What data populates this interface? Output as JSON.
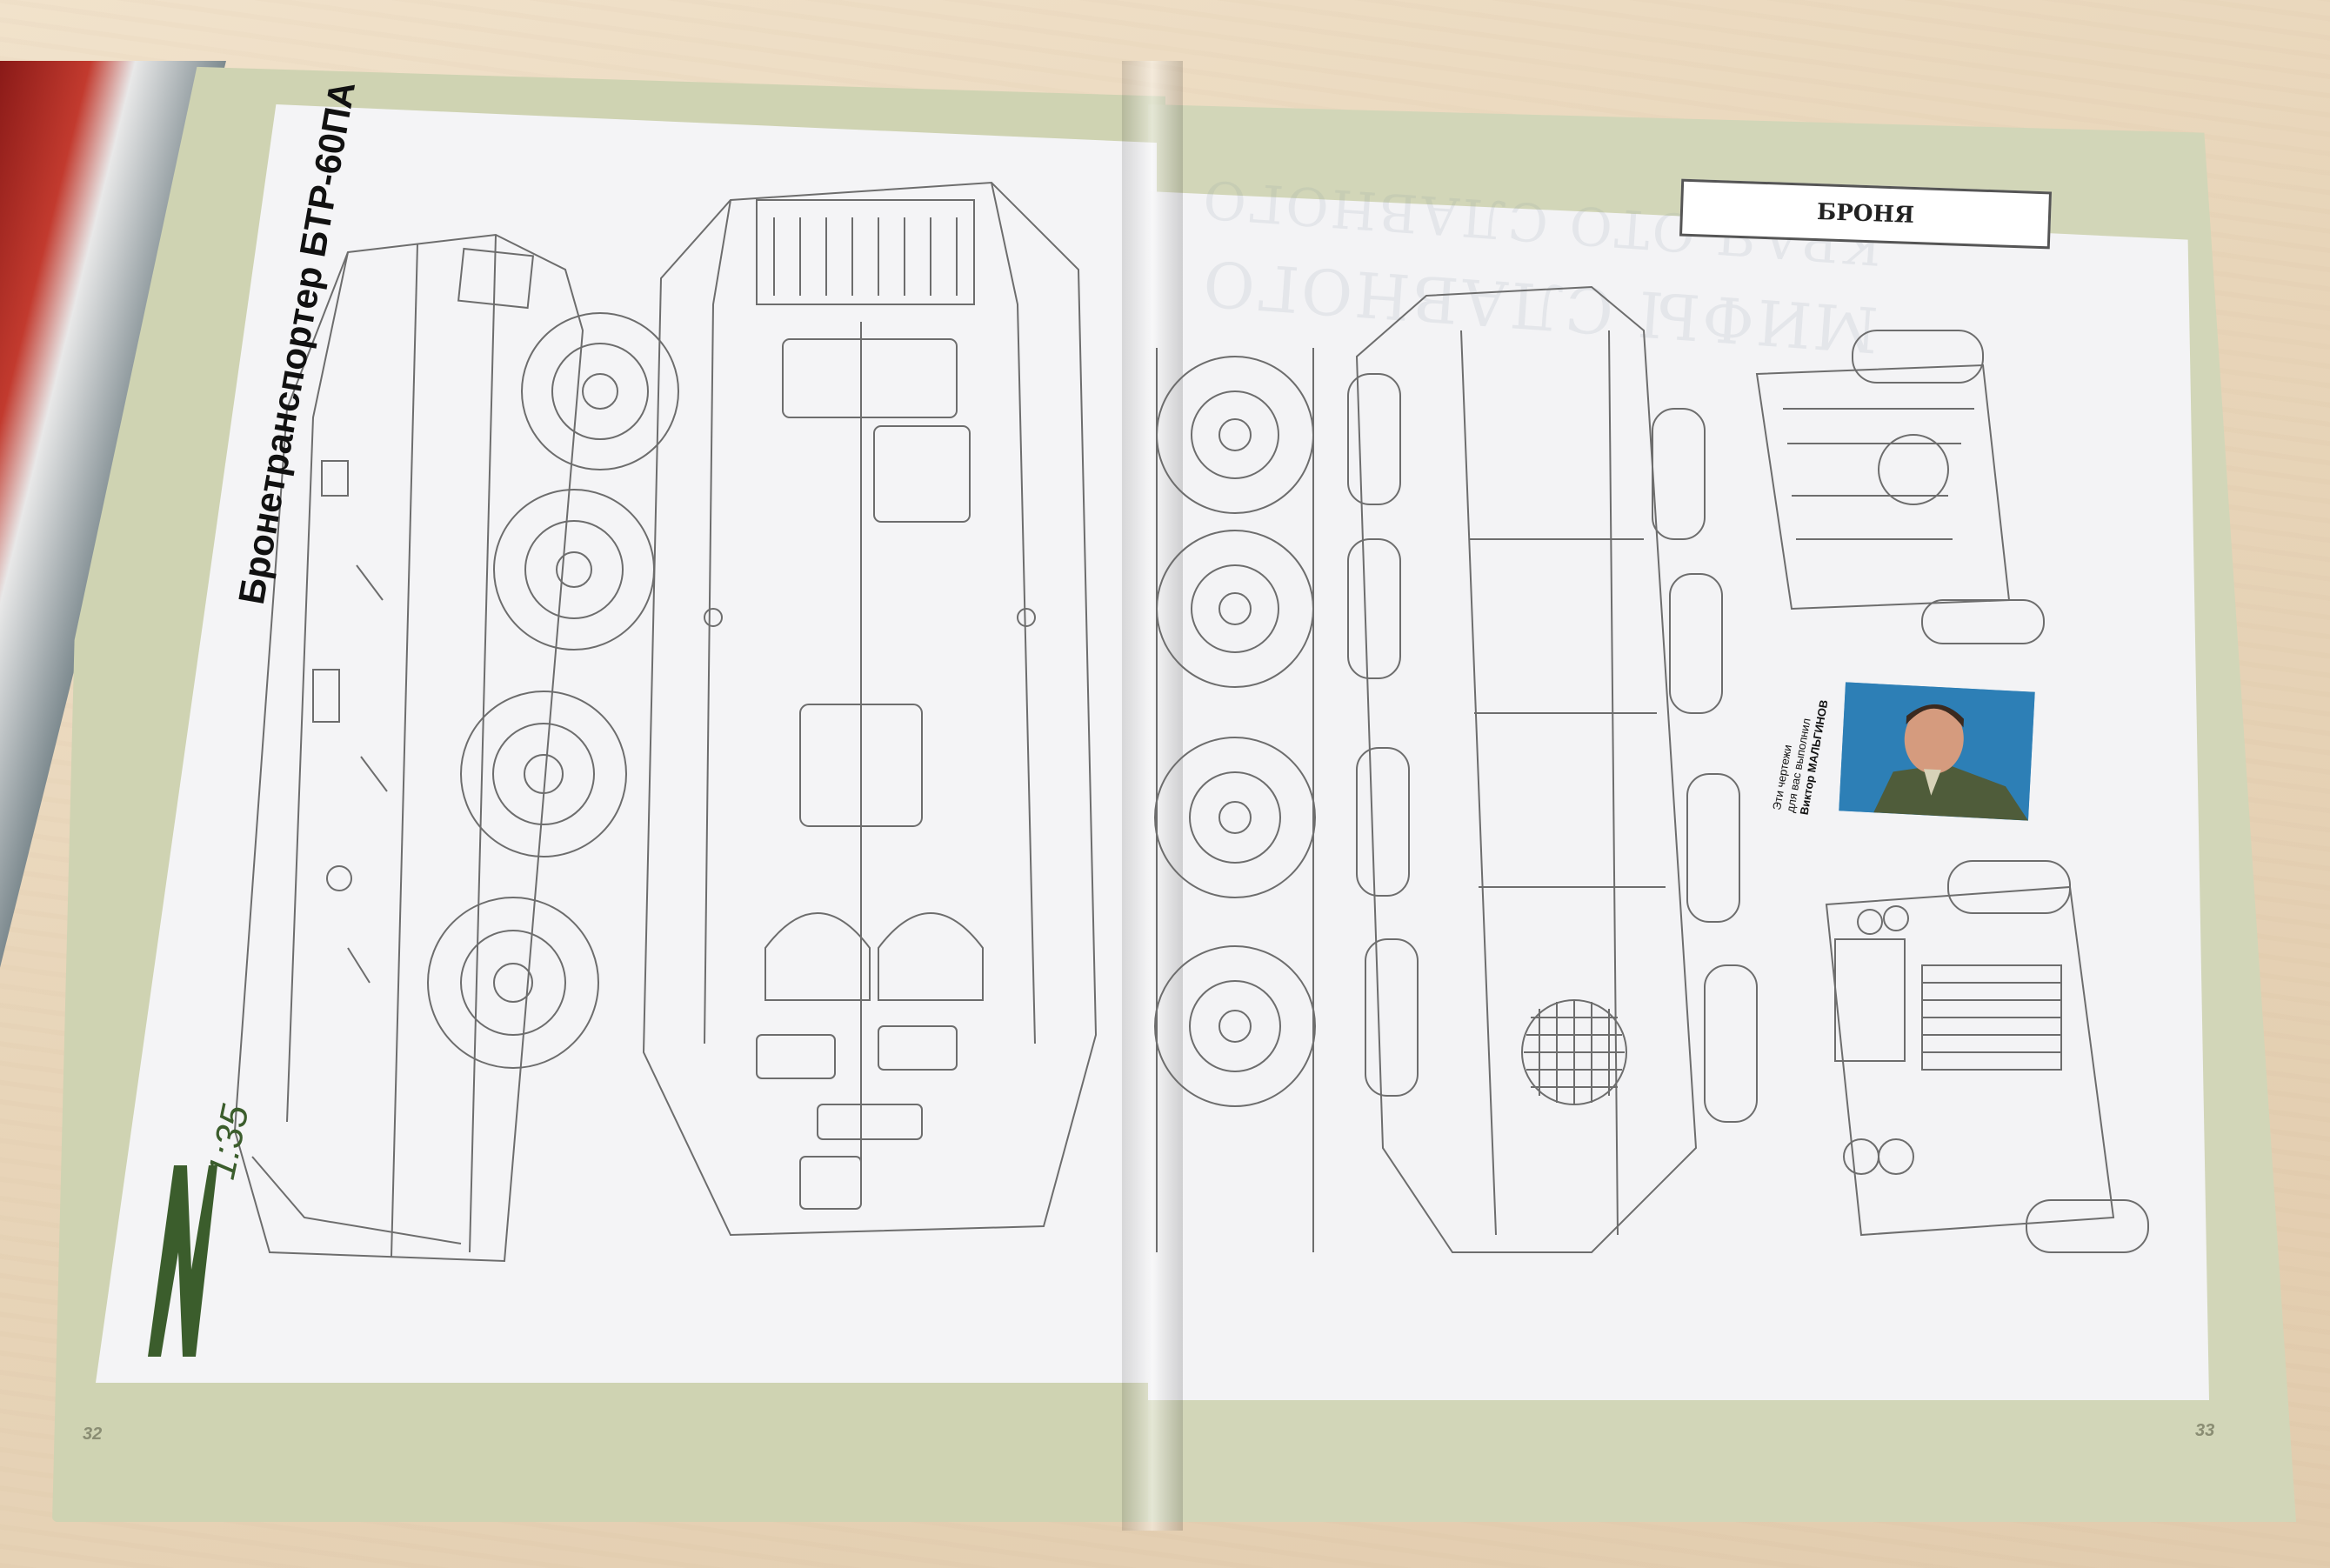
{
  "left_page": {
    "title": "Бронетранспортер БТР-60ПА",
    "scale_label": "1:35",
    "page_number": "32"
  },
  "right_page": {
    "section_tab": "БРОНЯ",
    "watermark_line1": "КРАЯ ОТО СЛАВНОГО",
    "watermark_line2": "МИФЫ СЛАВНОГО",
    "credit": {
      "line1": "Эти чертежи",
      "line2": "для вас выполнил",
      "line3": "Виктор МАЛЬГИНОВ"
    },
    "page_number": "33"
  },
  "colors": {
    "page_green": "#cfd3b2",
    "sheet": "#f4f4f6",
    "line": "#6d6d6d",
    "logo_green": "#3b5d2c"
  }
}
